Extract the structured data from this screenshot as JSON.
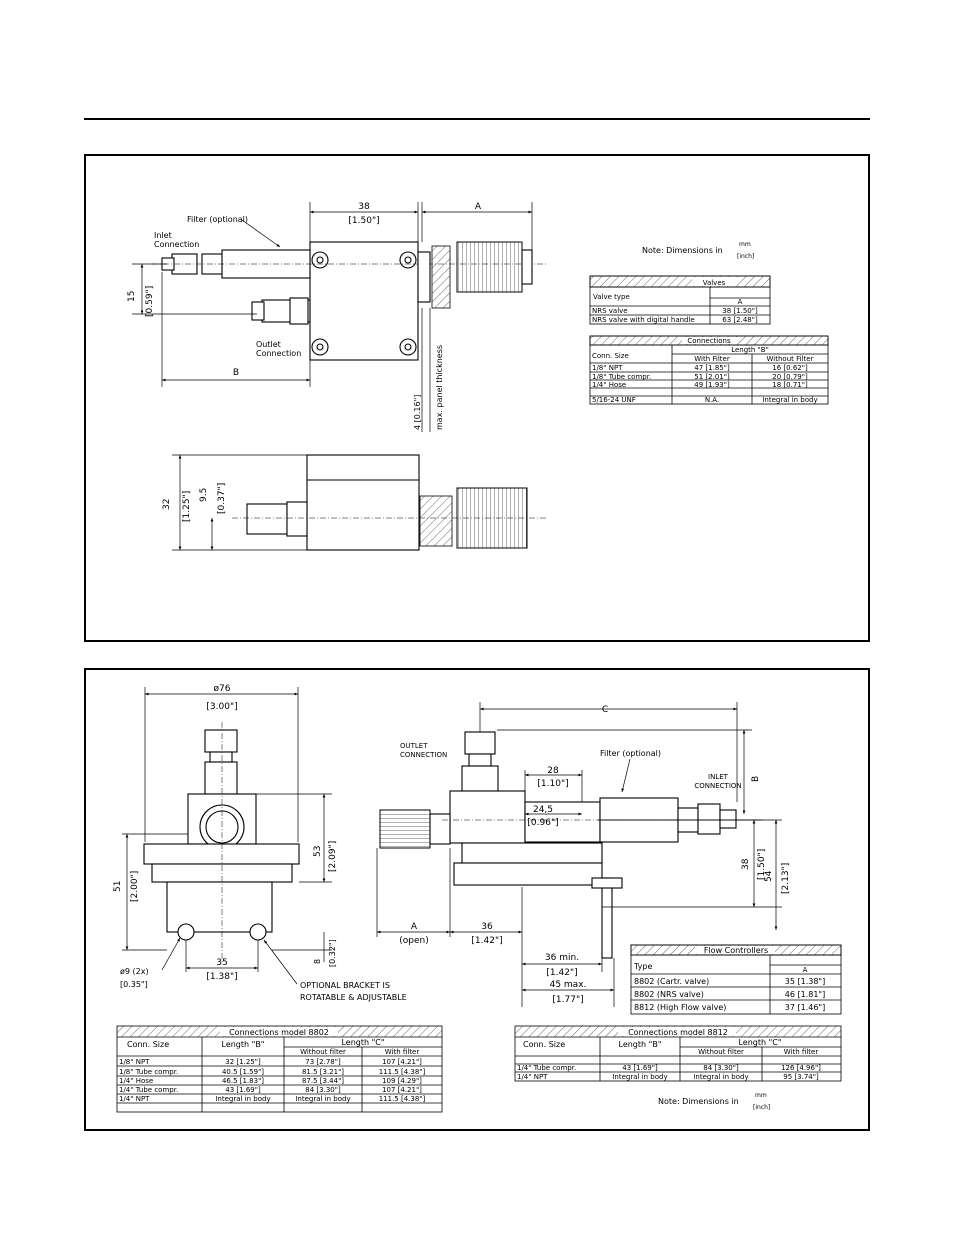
{
  "panel1": {
    "top_view": {
      "dim_38": "38",
      "dim_38_in": "[1.50\"]",
      "dim_a": "A",
      "filter_label": "Filter (optional)",
      "inlet_label_1": "Inlet",
      "inlet_label_2": "Connection",
      "outlet_label_1": "Outlet",
      "outlet_label_2": "Connection",
      "dim_15": "15",
      "dim_15_in": "[0.59\"]",
      "dim_b": "B",
      "dim_4": "4 [0.16\"]",
      "panel_thickness": "max. panel thickness"
    },
    "side_view": {
      "dim_32": "32",
      "dim_32_in": "[1.25\"]",
      "dim_9_5": "9.5",
      "dim_9_5_in": "[0.37\"]"
    },
    "note": {
      "text": "Note: Dimensions in",
      "unit_top": "mm",
      "unit_bottom": "[inch]"
    },
    "valves_table": {
      "title": "Valves",
      "header": "Valve type",
      "col_a": "A",
      "rows": [
        {
          "type": "NRS valve",
          "a": "38 [1.50\"]"
        },
        {
          "type": "NRS valve with digital handle",
          "a": "63 [2.48\"]"
        }
      ]
    },
    "connections_table": {
      "title": "Connections",
      "header_conn": "Conn. Size",
      "header_len": "Length \"B\"",
      "col_with": "With Filter",
      "col_without": "Without Filter",
      "rows": [
        {
          "size": "1/8\" NPT",
          "with": "47 [1.85\"]",
          "without": "16 [0.62\"]"
        },
        {
          "size": "1/8\" Tube compr.",
          "with": "51 [2.01\"]",
          "without": "20 [0.79\"]"
        },
        {
          "size": "1/4\" Hose",
          "with": "49 [1.93\"]",
          "without": "18 [0.71\"]"
        },
        {
          "size": "5/16-24 UNF",
          "with": "N.A.",
          "without": "Integral in body"
        }
      ]
    }
  },
  "panel2": {
    "front_view": {
      "dim_76": "ø76",
      "dim_76_in": "[3.00\"]",
      "dim_51": "51",
      "dim_51_in": "[2.00\"]",
      "dim_53": "53",
      "dim_53_in": "[2.09\"]",
      "dim_8": "8",
      "dim_8_in": "[0.32\"]",
      "dim_35": "35",
      "dim_35_in": "[1.38\"]",
      "hole_dim": "ø9 (2x)",
      "hole_dim_in": "[0.35\"]",
      "bracket_note_1": "OPTIONAL BRACKET IS",
      "bracket_note_2": "ROTATABLE & ADJUSTABLE"
    },
    "side_view": {
      "dim_c": "C",
      "dim_b": "B",
      "outlet_1": "OUTLET",
      "outlet_2": "CONNECTION",
      "filter_label": "Filter (optional)",
      "inlet_1": "INLET",
      "inlet_2": "CONNECTION",
      "dim_28": "28",
      "dim_28_in": "[1.10\"]",
      "dim_24_5": "24,5",
      "dim_24_5_in": "[0.96\"]",
      "dim_38": "38",
      "dim_38_in": "[1.50\"]",
      "dim_54": "54",
      "dim_54_in": "[2.13\"]",
      "dim_a": "A",
      "dim_a_open": "(open)",
      "dim_36": "36",
      "dim_36_in": "[1.42\"]",
      "dim_36min": "36 min.",
      "dim_36min_in": "[1.42\"]",
      "dim_45max": "45 max.",
      "dim_45max_in": "[1.77\"]"
    },
    "flow_table": {
      "title": "Flow Controllers",
      "header": "Type",
      "col_a": "A",
      "rows": [
        {
          "type": "8802 (Cartr. valve)",
          "a": "35 [1.38\"]"
        },
        {
          "type": "8802 (NRS valve)",
          "a": "46 [1.81\"]"
        },
        {
          "type": "8812 (High Flow valve)",
          "a": "37 [1.46\"]"
        }
      ]
    },
    "table_8802": {
      "title": "Connections model 8802",
      "header_conn": "Conn. Size",
      "header_b": "Length \"B\"",
      "header_c": "Length \"C\"",
      "col_without": "Without filter",
      "col_with": "With filter",
      "rows": [
        {
          "size": "1/8\" NPT",
          "b": "32 [1.25\"]",
          "without": "73 [2.78\"]",
          "with": "107 [4.21\"]"
        },
        {
          "size": "1/8\" Tube compr.",
          "b": "40.5 [1.59\"]",
          "without": "81.5 [3.21\"]",
          "with": "111.5 [4.38\"]"
        },
        {
          "size": "1/4\" Hose",
          "b": "46.5 [1.83\"]",
          "without": "87.5 [3.44\"]",
          "with": "109 [4.29\"]"
        },
        {
          "size": "1/4\" Tube compr.",
          "b": "43 [1.69\"]",
          "without": "84 [3.30\"]",
          "with": "107 [4.21\"]"
        },
        {
          "size": "1/4\" NPT",
          "b": "Integral in body",
          "without": "Integral in body",
          "with": "111.5 [4.38\"]"
        }
      ]
    },
    "table_8812": {
      "title": "Connections model 8812",
      "header_conn": "Conn. Size",
      "header_b": "Length \"B\"",
      "header_c": "Length \"C\"",
      "col_without": "Without filter",
      "col_with": "With filter",
      "rows": [
        {
          "size": "1/4\" Tube compr.",
          "b": "43 [1.69\"]",
          "without": "84 [3.30\"]",
          "with": "126 [4.96\"]"
        },
        {
          "size": "1/4\" NPT",
          "b": "Integral in body",
          "without": "Integral in body",
          "with": "95 [3.74\"]"
        }
      ]
    },
    "note": {
      "text": "Note: Dimensions in",
      "unit_top": "mm",
      "unit_bottom": "[inch]"
    }
  }
}
